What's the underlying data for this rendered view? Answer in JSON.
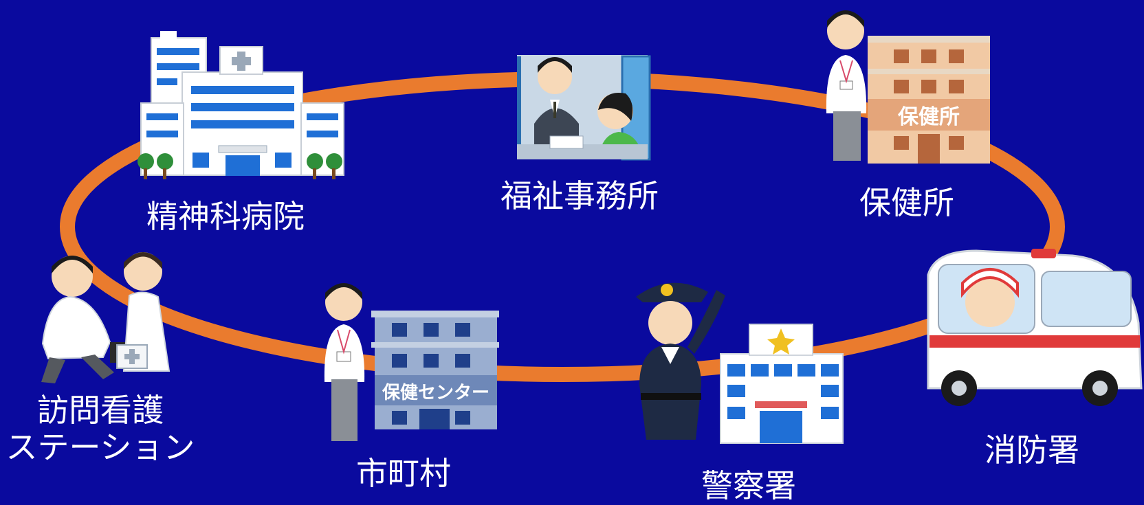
{
  "background_color": "#0a0a9e",
  "ring_color": "#ea7b2e",
  "nodes": {
    "psychiatric_hospital": {
      "label": "精神科病院",
      "icon": "hospital-building-icon"
    },
    "welfare_office": {
      "label": "福祉事務所",
      "icon": "consultation-desk-icon"
    },
    "health_center": {
      "label": "保健所",
      "icon": "health-center-building-icon",
      "sign": "保健所"
    },
    "visiting_nursing": {
      "label_line1": "訪問看護",
      "label_line2": "ステーション",
      "icon": "doctor-and-nurse-icon"
    },
    "municipality": {
      "label": "市町村",
      "icon": "municipal-health-center-icon",
      "sign": "保健センター"
    },
    "police": {
      "label": "警察署",
      "icon": "police-officer-icon"
    },
    "fire_department": {
      "label": "消防署",
      "icon": "ambulance-icon"
    }
  }
}
